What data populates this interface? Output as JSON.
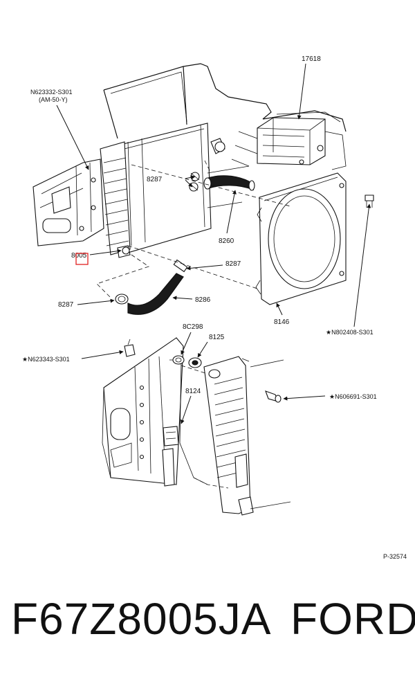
{
  "diagram": {
    "callouts": {
      "c17618": "17618",
      "n623332": "N623332-S301",
      "n623332_sub": "(AM-50-Y)",
      "c8287_a": "8287",
      "c8260": "8260",
      "c8005": "8005",
      "c8287_b": "8287",
      "c8287_c": "8287",
      "c8286": "8286",
      "c8146": "8146",
      "n802408": "★N802408-S301",
      "c8C298": "8C298",
      "c8125": "8125",
      "n623343": "★N623343-S301",
      "n606691": "★N606691-S301",
      "c8124": "8124",
      "figure_id": "P-32574"
    },
    "highlight_color": "#e02020"
  },
  "caption": {
    "part_number": "F67Z8005JA",
    "brand": "FORD"
  }
}
